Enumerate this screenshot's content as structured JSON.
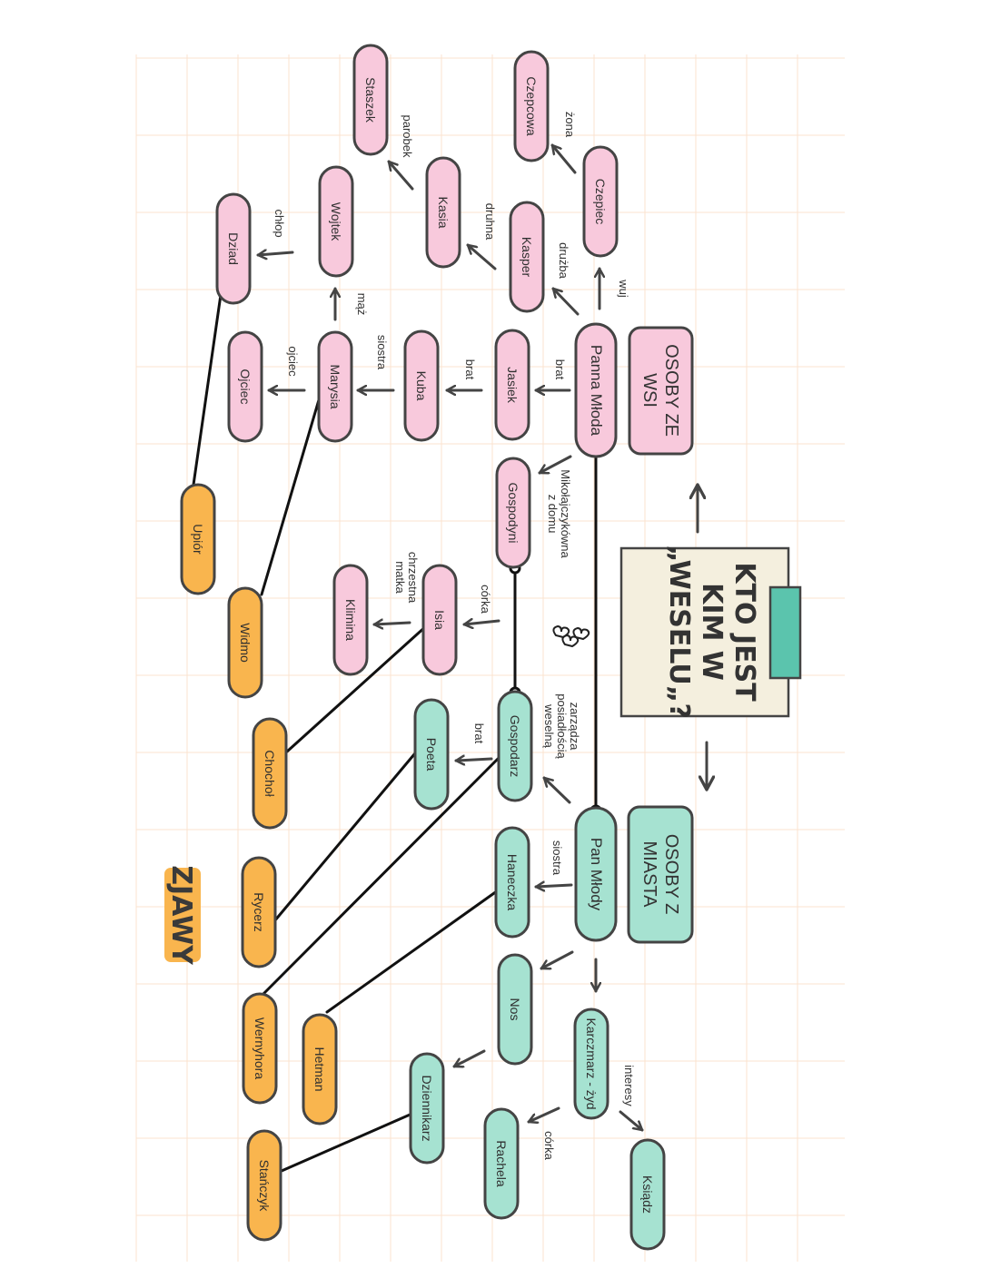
{
  "title": {
    "lines": [
      "KTO JEST",
      "KIM W",
      "„WESELU„?"
    ],
    "colors": {
      "card": "#f4efde",
      "tab": "#5bc4ad"
    }
  },
  "groups": {
    "wsi": [
      "OSOBY ZE",
      "WSI"
    ],
    "miasta": [
      "OSOBY Z",
      "MIASTA"
    ],
    "zjawy": "ZJAWY"
  },
  "colors": {
    "pink": "#f8c9dc",
    "teal": "#a6e2d1",
    "orange": "#f9b54e",
    "stroke": "#444444",
    "grid": "#fbe3cf"
  },
  "characters": {
    "panna_mloda": "Panna Młoda",
    "jasiek": "Jasiek",
    "kuba": "Kuba",
    "marysia": "Marysia",
    "ojciec": "Ojciec",
    "wojtek": "Wojtek",
    "dziad": "Dziad",
    "kasper": "Kasper",
    "kasia": "Kasia",
    "staszek": "Staszek",
    "czepiec": "Czepiec",
    "czepcowa": "Czepcowa",
    "gospodyni": "Gospodyni",
    "isia": "Isia",
    "klimina": "Klimina",
    "gospodarz": "Gospodarz",
    "poeta": "Poeta",
    "pan_mlody": "Pan Młody",
    "haneczka": "Haneczka",
    "nos": "Nos",
    "dziennikarz": "Dziennikarz",
    "karczmarz": "Karczmarz - żyd",
    "rachela": "Rachela",
    "ksiadz": "Ksiądz",
    "upior": "Upiór",
    "widmo": "Widmo",
    "chochol": "Chochoł",
    "rycerz": "Rycerz",
    "wernyhora": "Wernyhora",
    "hetman": "Hetman",
    "stanczyk": "Stańczyk"
  },
  "relations": {
    "brat1": "brat",
    "brat2": "brat",
    "siostra1": "siostra",
    "ojciec": "ojciec",
    "maz": "mąż",
    "chlop": "chłop",
    "druzba": "drużba",
    "druhna": "druhna",
    "parobek": "parobek",
    "wuj": "wuj",
    "zona": "żona",
    "z_domu": [
      "z domu",
      "Mikołajczykówna"
    ],
    "corka1": "córka",
    "matka": [
      "matka",
      "chrzestna"
    ],
    "brat3": "brat",
    "zarzadza": [
      "zarządza",
      "posiadłością",
      "weselną"
    ],
    "siostra2": "siostra",
    "interesy": "interesy",
    "corka2": "córka"
  }
}
